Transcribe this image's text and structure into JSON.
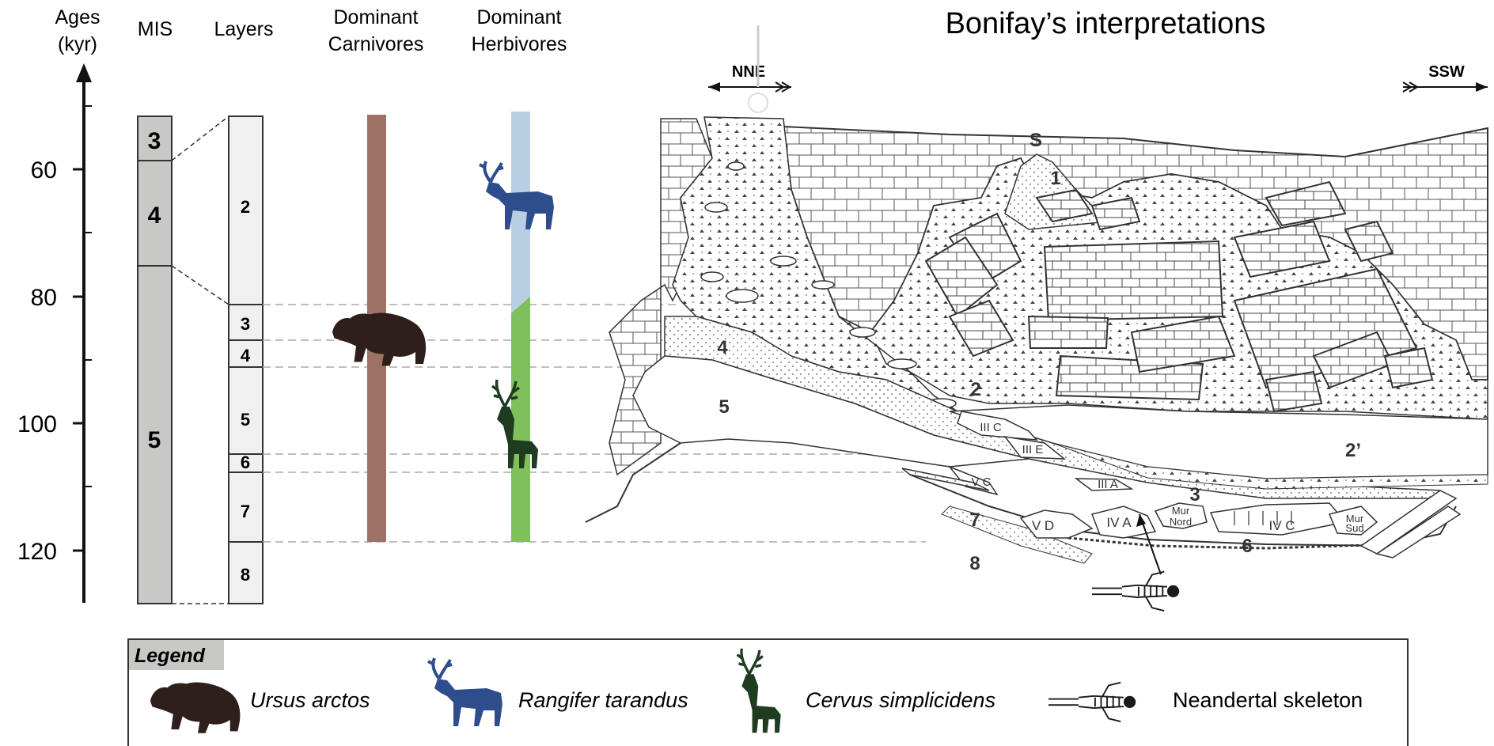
{
  "header": {
    "ages_label_1": "Ages",
    "ages_label_2": "(kyr)",
    "mis_label": "MIS",
    "layers_label": "Layers",
    "carnivores_label_1": "Dominant",
    "carnivores_label_2": "Carnivores",
    "herbivores_label_1": "Dominant",
    "herbivores_label_2": "Herbivores",
    "section_title": "Bonifay’s interpretations"
  },
  "age_axis": {
    "ticks": [
      "60",
      "80",
      "100",
      "120"
    ]
  },
  "mis": {
    "stages": [
      "3",
      "4",
      "5"
    ],
    "color": "#c8c8c6"
  },
  "layers": {
    "items": [
      "2",
      "3",
      "4",
      "5",
      "6",
      "7",
      "8"
    ],
    "color": "#f0f0f0"
  },
  "fauna_bars": {
    "carnivore_color": "#9e7264",
    "herbivore_upper_color": "#b8cfe3",
    "herbivore_lower_color": "#7fbf5c"
  },
  "section": {
    "direction_left": "NNE",
    "direction_right": "SSW",
    "labels": {
      "s": "S",
      "l1": "1",
      "l2": "2",
      "l2p": "2’",
      "l3": "3",
      "l4": "4",
      "l5": "5",
      "l6": "6",
      "l7": "7",
      "l8": "8",
      "iiic": "III C",
      "iiie": "III E",
      "iiia": "III A",
      "vc": "V C",
      "vd": "V D",
      "iva": "IV A",
      "ivc": "IV C",
      "mur_nord_1": "Mur",
      "mur_nord_2": "Nord",
      "mur_sud_1": "Mur",
      "mur_sud_2": "Sud"
    }
  },
  "legend": {
    "title": "Legend",
    "items": [
      {
        "label": "Ursus arctos",
        "icon": "bear-icon",
        "color": "#2e1f1a"
      },
      {
        "label": "Rangifer tarandus",
        "icon": "reindeer-icon",
        "color": "#2e4d8c"
      },
      {
        "label": "Cervus simplicidens",
        "icon": "deer-icon",
        "color": "#1f3b20"
      },
      {
        "label": "Neandertal skeleton",
        "icon": "skeleton-icon",
        "color": "#1a1a1a"
      }
    ]
  }
}
